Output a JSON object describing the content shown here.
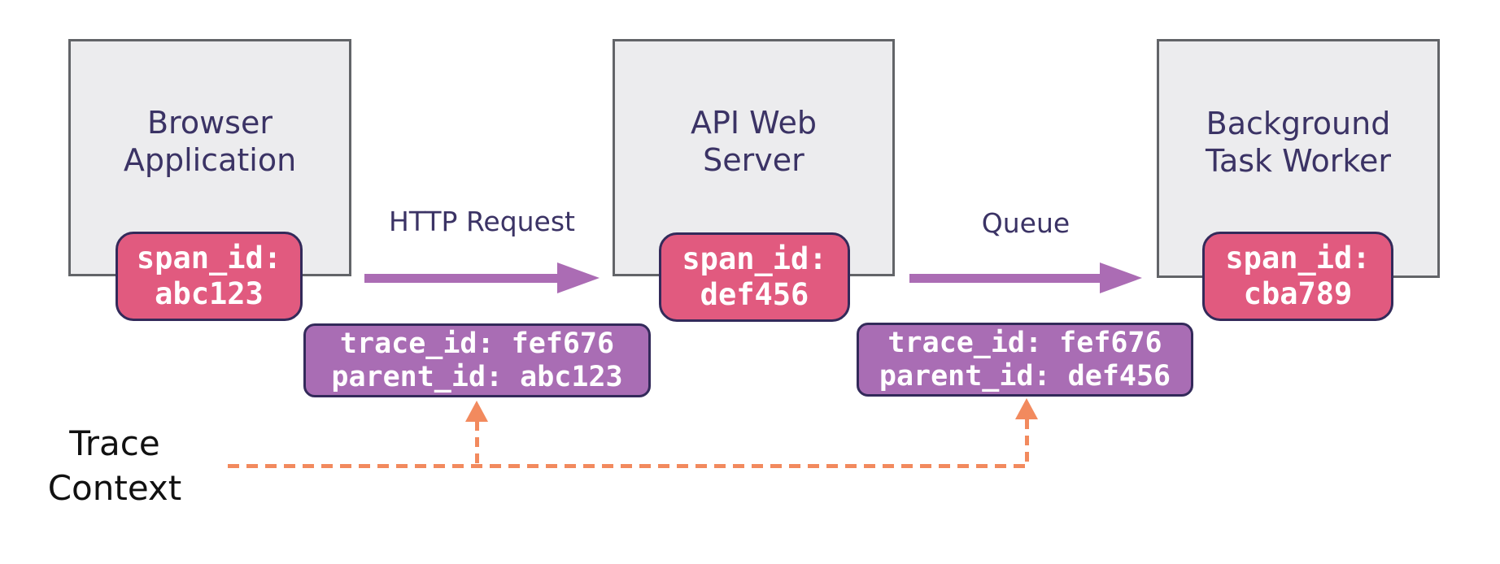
{
  "diagram": {
    "nodes": [
      {
        "title_lines": [
          "Browser",
          "Application"
        ],
        "span_chip_lines": [
          "span_id:",
          "abc123"
        ]
      },
      {
        "title_lines": [
          "API Web",
          "Server"
        ],
        "span_chip_lines": [
          "span_id:",
          "def456"
        ]
      },
      {
        "title_lines": [
          "Background",
          "Task Worker"
        ],
        "span_chip_lines": [
          "span_id:",
          "cba789"
        ]
      }
    ],
    "arrows": [
      {
        "label": "HTTP Request"
      },
      {
        "label": "Queue"
      }
    ],
    "trace_boxes": [
      {
        "lines": [
          "trace_id: fef676",
          "parent_id: abc123"
        ]
      },
      {
        "lines": [
          "trace_id: fef676",
          "parent_id: def456"
        ]
      }
    ],
    "trace_context": {
      "lines": [
        "Trace",
        "Context"
      ]
    },
    "colors": {
      "node_fill": "#ececee",
      "node_border": "#626468",
      "title_text": "#3b3365",
      "label_text": "#3b3365",
      "span_chip_fill": "#e15a7f",
      "trace_box_fill": "#a96db4",
      "chip_border": "#332a5a",
      "chip_text": "#ffffff",
      "arrow": "#ab6cb4",
      "trace_context_line": "#f28a5e",
      "trace_context_text": "#111111"
    }
  }
}
